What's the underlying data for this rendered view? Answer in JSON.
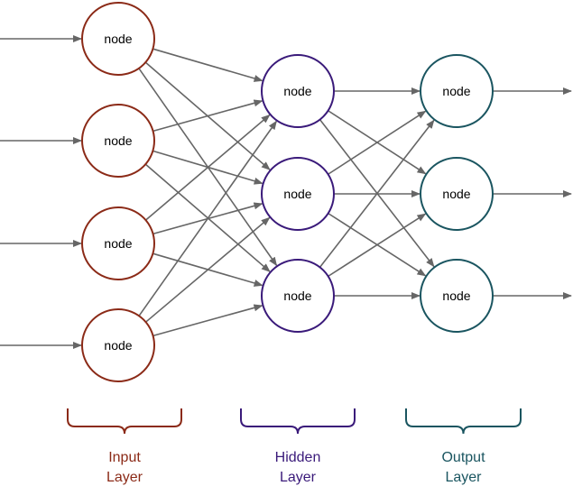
{
  "node_label": "node",
  "edge_color": "#666666",
  "layers": [
    {
      "id": "input",
      "label_line1": "Input",
      "label_line2": "Layer",
      "color": "#8b2a17",
      "node_count": 4
    },
    {
      "id": "hidden",
      "label_line1": "Hidden",
      "label_line2": "Layer",
      "color": "#3a1a7a",
      "node_count": 3
    },
    {
      "id": "output",
      "label_line1": "Output",
      "label_line2": "Layer",
      "color": "#1a5560",
      "node_count": 3
    }
  ],
  "connectivity": "fully-connected",
  "external_inputs": 4,
  "external_outputs": 3
}
